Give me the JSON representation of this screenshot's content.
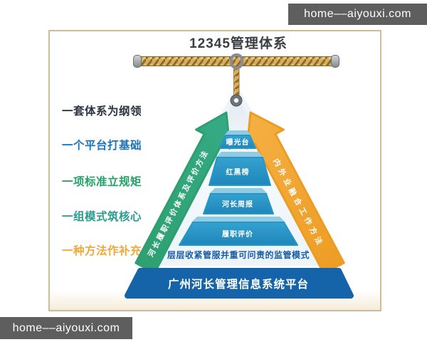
{
  "watermark": {
    "text": "home––aiyouxi.com"
  },
  "card": {
    "title": "12345管理体系",
    "left_labels": [
      {
        "text": "一套体系为纲领",
        "color": "#2b3440"
      },
      {
        "text": "一个平台打基础",
        "color": "#1d72b8"
      },
      {
        "text": "一项标准立规矩",
        "color": "#23a167"
      },
      {
        "text": "一组模式筑核心",
        "color": "#2a9b8d"
      },
      {
        "text": "一种方法作补充",
        "color": "#efa93a"
      }
    ],
    "arrows": {
      "left": {
        "label": "河长履职评价体系及评价方法",
        "color": "#2fa478"
      },
      "right": {
        "label": "内外业融合工作方法",
        "color": "#f0a52f"
      }
    },
    "pyramid": {
      "levels": [
        "曝光台",
        "红黑榜",
        "河长周报",
        "履职评价"
      ],
      "level_color": "#2596c7",
      "level_top_face_color": "#8fcce4",
      "caption": "层层收紧管服并重可问责的监管模式",
      "caption_color": "#1a5ba6",
      "base_label": "广州河长管理信息系统平台",
      "base_color": "#1563a8",
      "rope_color": "#d7ad60"
    }
  }
}
